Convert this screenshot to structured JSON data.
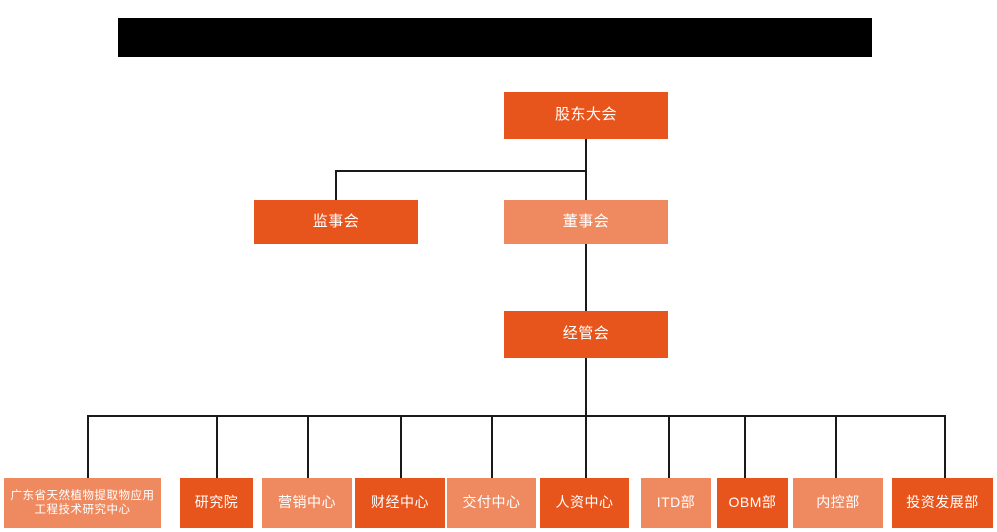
{
  "diagram": {
    "type": "org-chart",
    "title_bar": {
      "label": "",
      "redacted": true,
      "color": "#000000"
    },
    "colors": {
      "dark_orange": "#E8551C",
      "light_orange": "#EF8A60",
      "connector": "#1a1a1a",
      "background": "#ffffff",
      "text": "#ffffff"
    },
    "levels": {
      "level1": [
        {
          "id": "shareholders",
          "label": "股东大会",
          "tone": "dark"
        }
      ],
      "level2": [
        {
          "id": "supervisors",
          "label": "监事会",
          "tone": "dark"
        },
        {
          "id": "board",
          "label": "董事会",
          "tone": "light"
        }
      ],
      "level3": [
        {
          "id": "management",
          "label": "经管会",
          "tone": "dark"
        }
      ],
      "level4": [
        {
          "id": "gd-research-center",
          "label": "广东省天然植物提取物应用工程技术研究中心",
          "tone": "light"
        },
        {
          "id": "research-institute",
          "label": "研究院",
          "tone": "dark"
        },
        {
          "id": "marketing-center",
          "label": "营销中心",
          "tone": "light"
        },
        {
          "id": "finance-center",
          "label": "财经中心",
          "tone": "dark"
        },
        {
          "id": "delivery-center",
          "label": "交付中心",
          "tone": "light"
        },
        {
          "id": "hr-center",
          "label": "人资中心",
          "tone": "dark"
        },
        {
          "id": "itd-dept",
          "label": "ITD部",
          "tone": "light"
        },
        {
          "id": "obm-dept",
          "label": "OBM部",
          "tone": "dark"
        },
        {
          "id": "internal-control-dept",
          "label": "内控部",
          "tone": "light"
        },
        {
          "id": "investment-development-dept",
          "label": "投资发展部",
          "tone": "dark"
        }
      ]
    }
  }
}
